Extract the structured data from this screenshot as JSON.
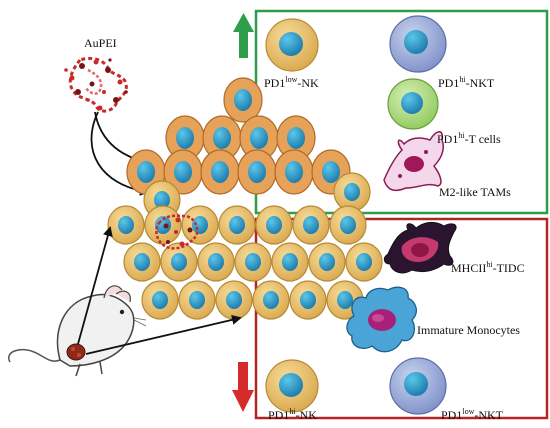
{
  "colors": {
    "up_box": "#2e9e4a",
    "down_box": "#b32424",
    "up_arrow": "#2e9e4a",
    "down_arrow": "#d62b2b",
    "tumor_cell": "#efc26a",
    "nucleus": "#2f9ec8",
    "aupei": "#c72a2a"
  },
  "nanoparticle": {
    "label": "AuPEI"
  },
  "upregulated": [
    {
      "base": "PD1",
      "sup": "low",
      "suffix": "-NK"
    },
    {
      "base": "PD1",
      "sup": "hi",
      "suffix": "-NKT"
    },
    {
      "base": "PD1",
      "sup": "hi",
      "suffix": "-T  cells"
    },
    {
      "base": "M2-like TAMs",
      "sup": "",
      "suffix": ""
    }
  ],
  "downregulated": [
    {
      "base": "MHCII",
      "sup": "hi",
      "suffix": "-TIDC"
    },
    {
      "base": "Immature Monocytes",
      "sup": "",
      "suffix": ""
    },
    {
      "base": "PD1",
      "sup": "hi",
      "suffix": "-NK"
    },
    {
      "base": "PD1",
      "sup": "low",
      "suffix": "-NKT"
    }
  ]
}
